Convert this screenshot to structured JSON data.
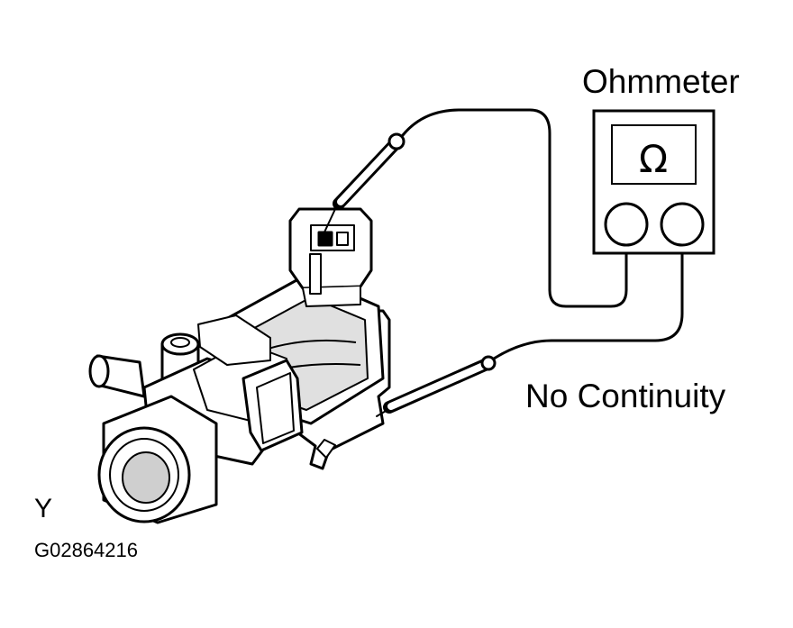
{
  "labels": {
    "meter_title": "Ohmmeter",
    "meter_symbol": "Ω",
    "result": "No Continuity",
    "view_letter": "Y",
    "figure_code": "G02864216"
  },
  "colors": {
    "line": "#000000",
    "fill": "#ffffff",
    "shade": "#cfcfcf",
    "shade_dark": "#9a9a9a"
  }
}
